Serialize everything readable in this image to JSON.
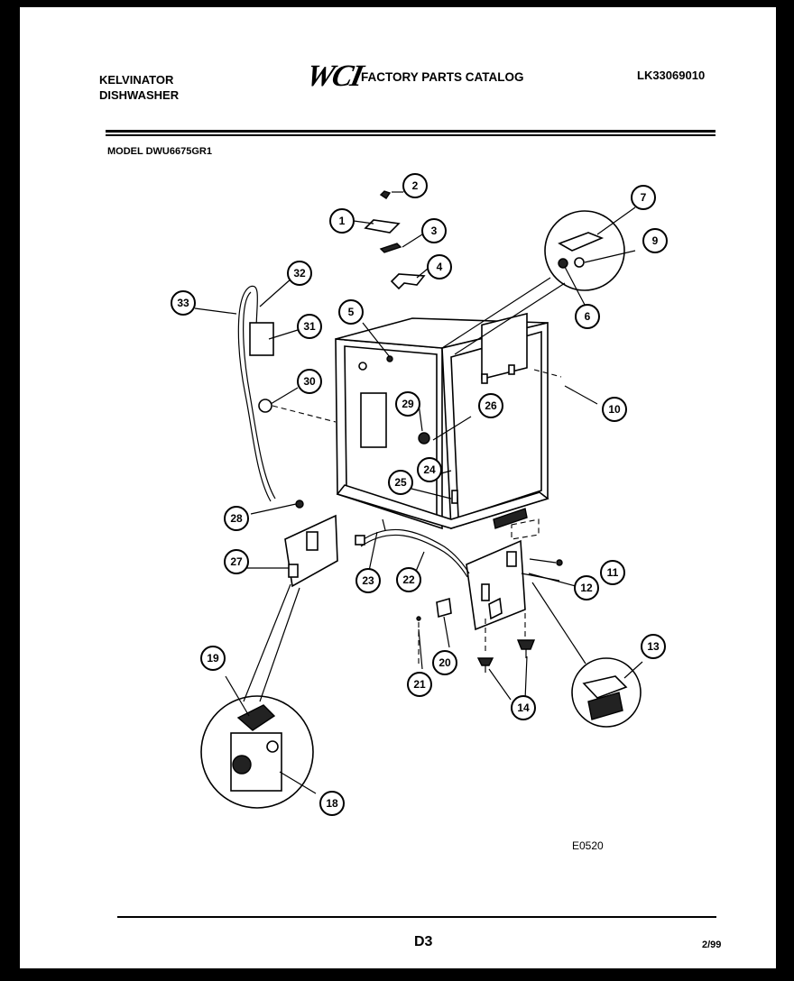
{
  "header": {
    "brand_line1": "KELVINATOR",
    "brand_line2": "DISHWASHER",
    "logo": "WCI",
    "catalog_title": "FACTORY PARTS CATALOG",
    "document_number": "LK33069010"
  },
  "model_label": "MODEL DWU6675GR1",
  "figure_id": "E0520",
  "page_number": "D3",
  "revision": "2/99",
  "callouts": [
    {
      "id": "c1",
      "label": "1"
    },
    {
      "id": "c2",
      "label": "2"
    },
    {
      "id": "c3",
      "label": "3"
    },
    {
      "id": "c4",
      "label": "4"
    },
    {
      "id": "c5",
      "label": "5"
    },
    {
      "id": "c6",
      "label": "6"
    },
    {
      "id": "c7",
      "label": "7"
    },
    {
      "id": "c9",
      "label": "9"
    },
    {
      "id": "c10",
      "label": "10"
    },
    {
      "id": "c11",
      "label": "11"
    },
    {
      "id": "c12",
      "label": "12"
    },
    {
      "id": "c13",
      "label": "13"
    },
    {
      "id": "c14",
      "label": "14"
    },
    {
      "id": "c18",
      "label": "18"
    },
    {
      "id": "c19",
      "label": "19"
    },
    {
      "id": "c20",
      "label": "20"
    },
    {
      "id": "c21",
      "label": "21"
    },
    {
      "id": "c22",
      "label": "22"
    },
    {
      "id": "c23",
      "label": "23"
    },
    {
      "id": "c24",
      "label": "24"
    },
    {
      "id": "c25",
      "label": "25"
    },
    {
      "id": "c26",
      "label": "26"
    },
    {
      "id": "c27",
      "label": "27"
    },
    {
      "id": "c28",
      "label": "28"
    },
    {
      "id": "c29",
      "label": "29"
    },
    {
      "id": "c30",
      "label": "30"
    },
    {
      "id": "c31",
      "label": "31"
    },
    {
      "id": "c32",
      "label": "32"
    },
    {
      "id": "c33",
      "label": "33"
    }
  ]
}
